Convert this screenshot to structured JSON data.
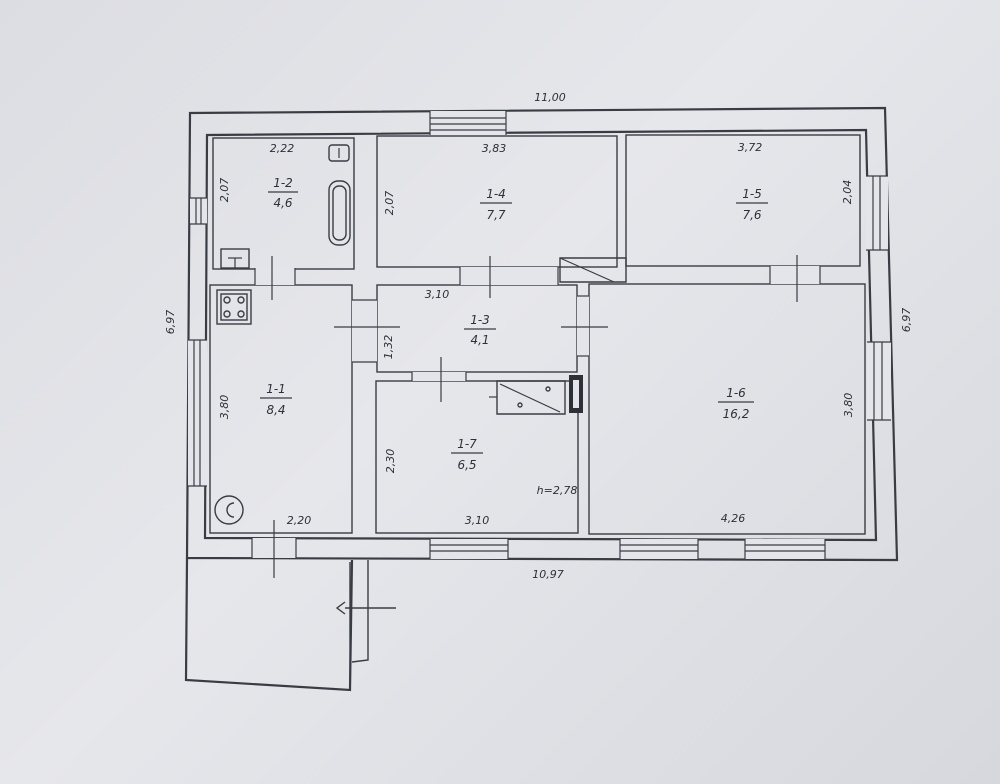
{
  "dims": {
    "top": "11,00",
    "bottom": "10,97",
    "left": "6,97",
    "right": "6,97"
  },
  "rooms": [
    {
      "id": "1-1",
      "area": "8,4"
    },
    {
      "id": "1-2",
      "area": "4,6"
    },
    {
      "id": "1-3",
      "area": "4,1"
    },
    {
      "id": "1-4",
      "area": "7,7"
    },
    {
      "id": "1-5",
      "area": "7,6"
    },
    {
      "id": "1-6",
      "area": "16,2"
    },
    {
      "id": "1-7",
      "area": "6,5"
    }
  ],
  "room_dims": {
    "r12_w": "2,22",
    "r12_h": "2,07",
    "r14_w": "3,83",
    "r14_h": "2,07",
    "r15_w": "3,72",
    "r15_h": "2,04",
    "r13_w": "3,10",
    "r13_h": "1,32",
    "r11_h": "3,80",
    "r11_w": "2,20",
    "r17_h": "2,30",
    "r17_w": "3,10",
    "r16_h": "3,80",
    "r16_w": "4,26",
    "ceiling": "h=2,78"
  },
  "colors": {
    "ink": "#3a3c44",
    "paper": "#e4e5ea"
  }
}
